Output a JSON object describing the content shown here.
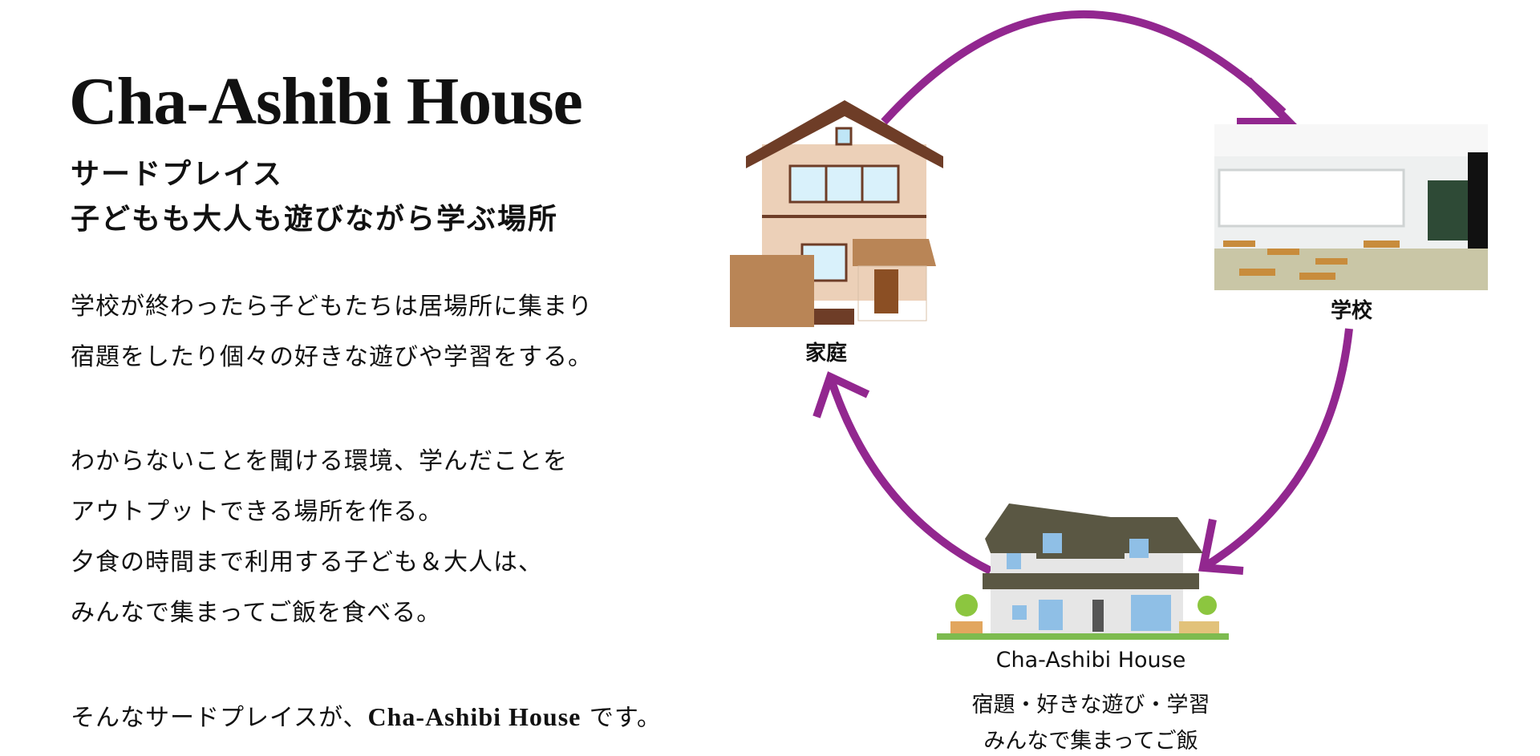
{
  "title": "Cha-Ashibi House",
  "subtitle": [
    "サードプレイス",
    "子どもも大人も遊びながら学ぶ場所"
  ],
  "body": {
    "p1": [
      "学校が終わったら子どもたちは居場所に集まり",
      "宿題をしたり個々の好きな遊びや学習をする。"
    ],
    "p2": [
      "わからないことを聞ける環境、学んだことを",
      "アウトプットできる場所を作る。",
      "夕食の時間まで利用する子ども＆大人は、",
      "みんなで集まってご飯を食べる。"
    ],
    "closing_prefix": "そんなサードプレイスが、",
    "closing_name": "Cha-Ashibi House",
    "closing_suffix": " です。"
  },
  "diagram": {
    "home_label": "家庭",
    "school_label": "学校",
    "house_name": "Cha-Ashibi House",
    "house_lines": [
      "宿題・好きな遊び・学習",
      "みんなで集まってご飯"
    ],
    "arrow_color": "#92278f"
  }
}
